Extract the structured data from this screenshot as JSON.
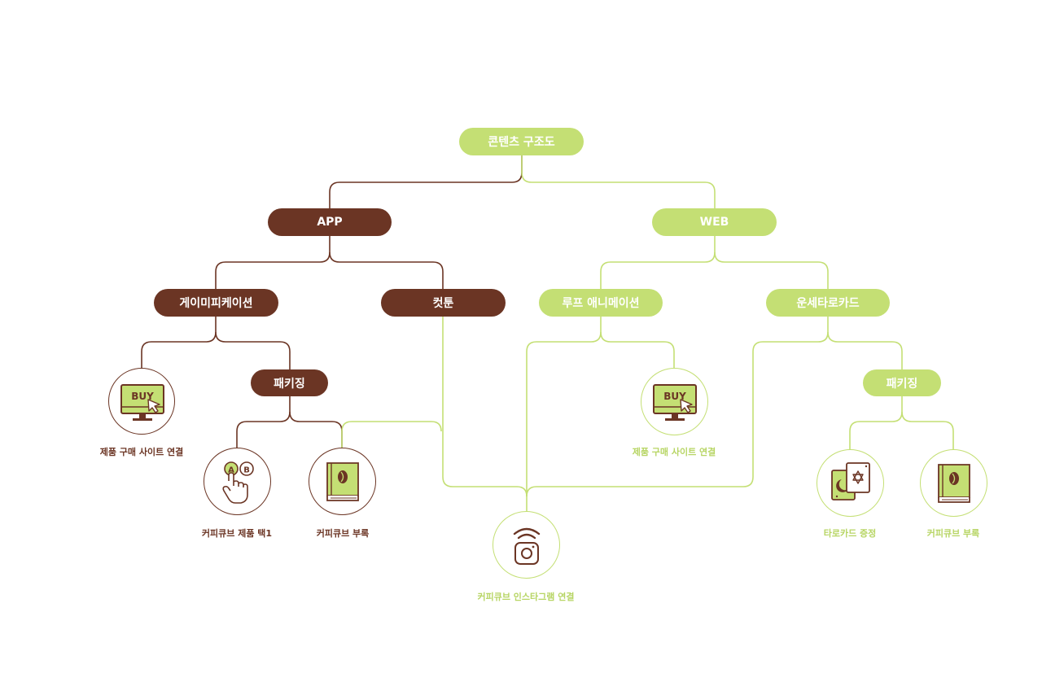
{
  "colors": {
    "brown": "#6b3524",
    "green": "#c4df74",
    "green_text": "#b7d564"
  },
  "root": {
    "label": "콘텐츠 구조도"
  },
  "app": {
    "label": "APP",
    "gamification": {
      "label": "게이미피케이션",
      "buy_site": "제품 구매 사이트 연결",
      "buy_icon_text": "BUY"
    },
    "packaging": {
      "label": "패키징",
      "product_tag": "커피큐브 제품 택1",
      "appendix": "커피큐브 부록",
      "ab_a": "A",
      "ab_b": "B"
    },
    "webtoon": {
      "label": "컷툰"
    }
  },
  "web": {
    "label": "WEB",
    "loop_animation": {
      "label": "루프 애니메이션",
      "buy_site": "제품 구매 사이트 연결",
      "buy_icon_text": "BUY"
    },
    "fortune_tarot": {
      "label": "운세타로카드"
    },
    "packaging": {
      "label": "패키징",
      "tarot_gift": "타로카드 증정",
      "appendix": "커피큐브 부록"
    }
  },
  "instagram": {
    "label": "커피큐브 인스타그램 연결"
  },
  "icons": [
    "buy-monitor-icon",
    "ab-touch-icon",
    "coffee-book-icon",
    "instagram-wifi-icon",
    "tarot-cards-icon"
  ]
}
